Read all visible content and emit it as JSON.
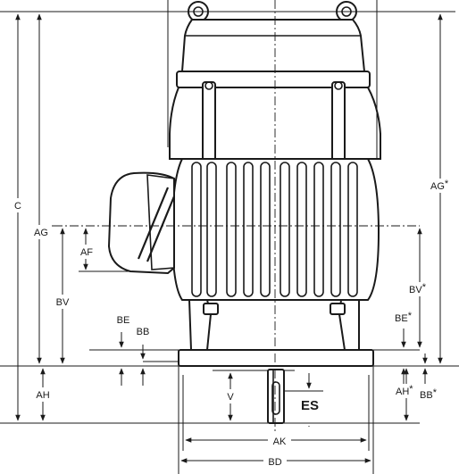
{
  "labels": {
    "C": "C",
    "AG": "AG",
    "AF": "AF",
    "BV": "BV",
    "BE_left": "BE",
    "BB_left": "BB",
    "AH_left": "AH",
    "AG_right": "AG",
    "AG_right_mark": "*",
    "BV_right": "BV",
    "BV_right_mark": "*",
    "BE_right": "BE",
    "BE_right_mark": "*",
    "AH_right": "AH",
    "AH_right_mark": "*",
    "BB_right": "BB",
    "BB_right_mark": "*",
    "V": "V",
    "ES": "ES",
    "AK": "AK",
    "BD": "BD"
  },
  "colors": {
    "ink": "#1a1a1a",
    "paper": "#ffffff"
  }
}
